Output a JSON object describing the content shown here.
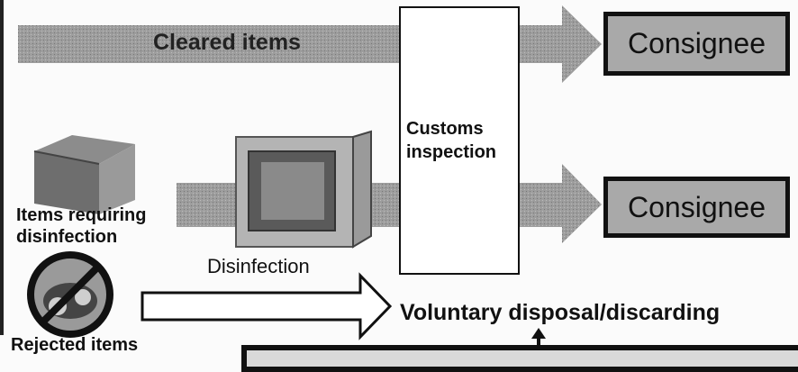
{
  "flow": {
    "cleared_items": "Cleared items",
    "customs_inspection": "Customs\ninspection",
    "consignee_top": "Consignee",
    "consignee_bottom": "Consignee",
    "items_requiring_disinfection": "Items requiring\ndisinfection",
    "disinfection": "Disinfection",
    "rejected_items": "Rejected items",
    "voluntary_disposal": "Voluntary disposal/discarding"
  },
  "colors": {
    "arrow_gray": "#9a9a9a",
    "box_gray": "#a9a9a9",
    "border": "#111111"
  },
  "icons": [
    "box-icon",
    "disinfection-cabinet-icon",
    "prohibited-items-icon",
    "up-arrow-icon"
  ]
}
